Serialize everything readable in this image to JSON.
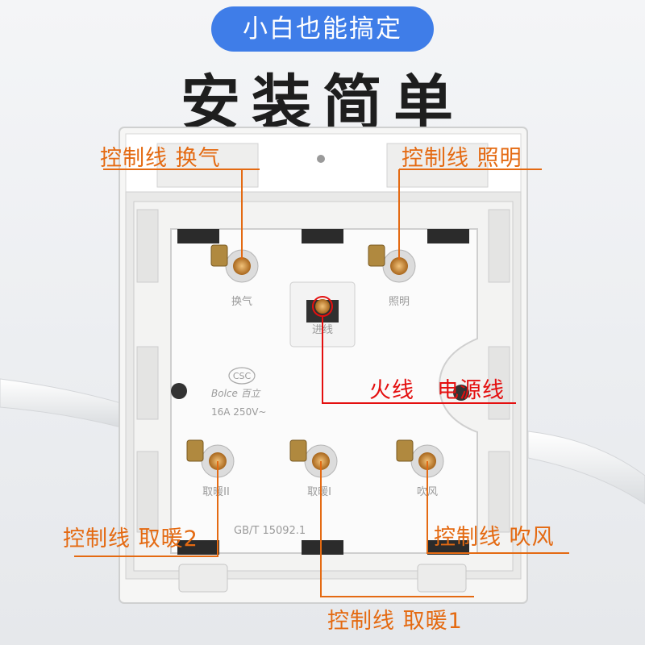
{
  "badge": {
    "text": "小白也能搞定"
  },
  "headline": {
    "text": "安装简单"
  },
  "callouts": {
    "top_left": "控制线  换气",
    "top_right": "控制线  照明",
    "live_wire": "火线",
    "power_wire": "电源线",
    "mid_left": "控制线 取暖2",
    "mid_right": "控制线  吹风",
    "bottom": "控制线 取暖1"
  },
  "panel_text": {
    "terminal_top_left": "换气",
    "terminal_top_right": "照明",
    "terminal_center": "进线",
    "terminal_bottom_left": "取暖II",
    "terminal_bottom_center": "取暖I",
    "terminal_bottom_right": "吹风",
    "cert_mark": "CSC",
    "brand": "Bolce 百立",
    "rating": "16A 250V~",
    "standard": "GB/T 15092.1"
  },
  "colors": {
    "badge": "#3f7de8",
    "control_wire": "#e46a12",
    "live_wire": "#e40f0f",
    "headline": "#1e1e1e"
  }
}
